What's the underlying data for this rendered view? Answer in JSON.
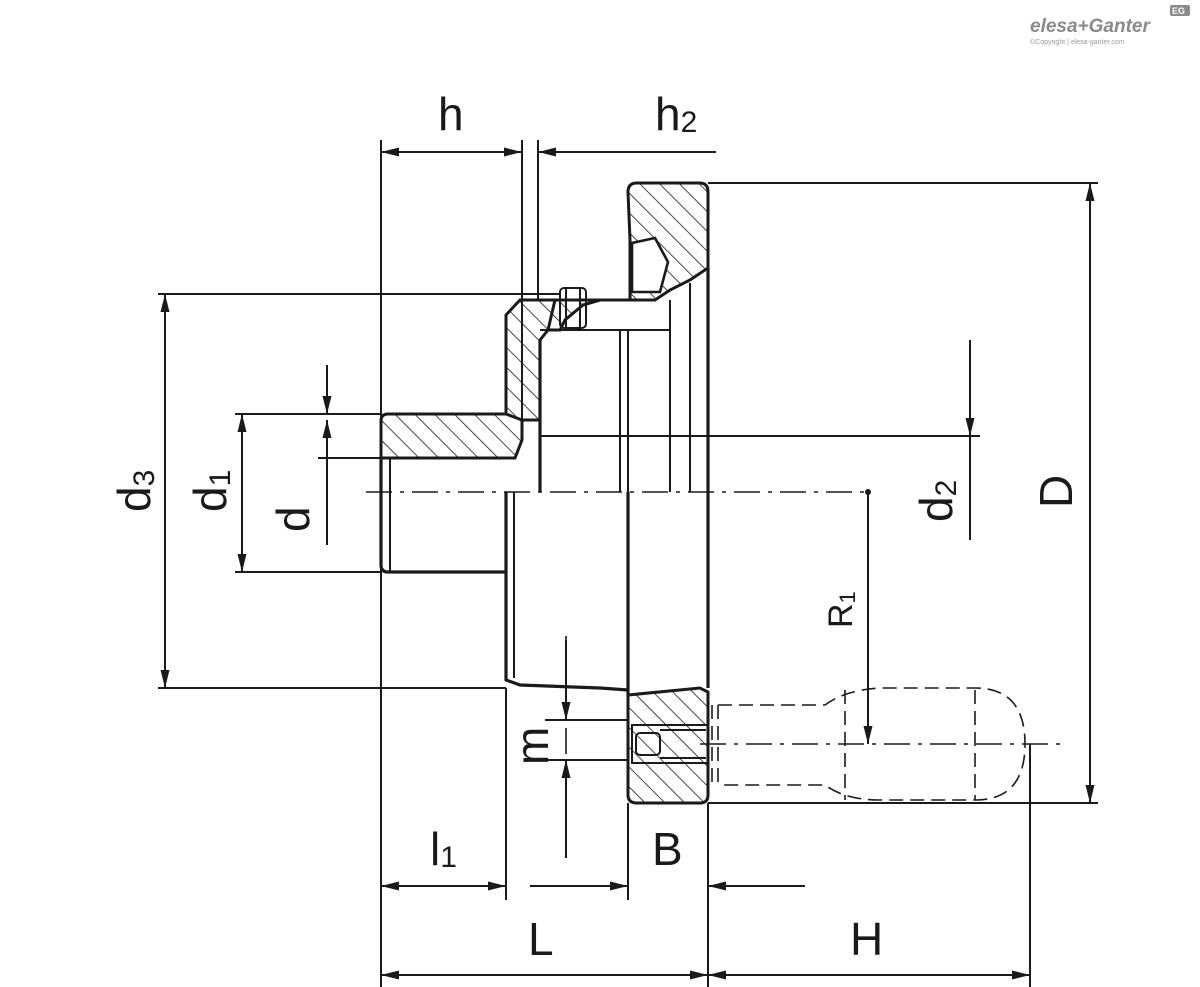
{
  "brand": {
    "logo_text": "elesa+Ganter",
    "badge": "EG",
    "copyright": "©Copyright | elesa-ganter.com"
  },
  "dimensions": {
    "h": "h",
    "h2": {
      "base": "h",
      "sub": "2"
    },
    "d3": {
      "base": "d",
      "sub": "3"
    },
    "d1": {
      "base": "d",
      "sub": "1"
    },
    "d": "d",
    "d2": {
      "base": "d",
      "sub": "2"
    },
    "D": "D",
    "R1": {
      "base": "R",
      "sub": "1"
    },
    "m": "m",
    "l1": {
      "base": "l",
      "sub": "1"
    },
    "B": "B",
    "L": "L",
    "H": "H"
  }
}
